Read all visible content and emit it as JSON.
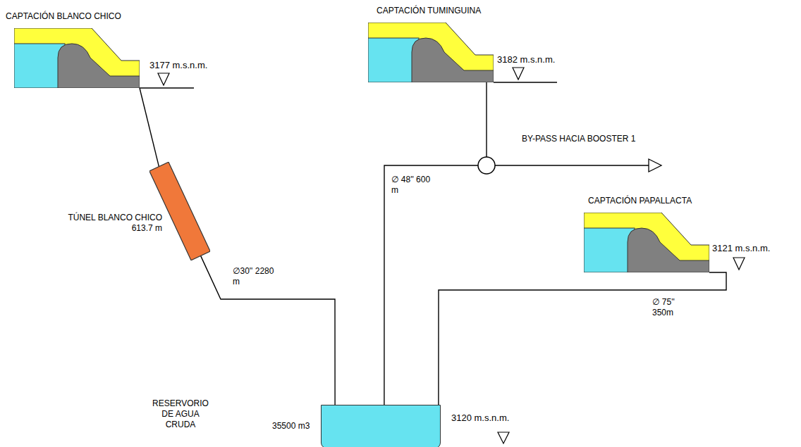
{
  "diagram": {
    "nodes": [
      {
        "text": [
          "CAPTACIÓN  BLANCO CHICO"
        ]
      },
      {
        "text": [
          "CAPTACIÓN  TUMINGUINA"
        ]
      },
      {
        "text": [
          "TÚNEL BLANCO CHICO 613.7 m"
        ]
      },
      {
        "text": [
          "CAPTACIÓN  PAPALLACTA"
        ]
      },
      {
        "text": [
          "RESERVORIO DE AGUA CRUDA",
          "35500 m3"
        ]
      }
    ],
    "edges": [
      {
        "from": 0,
        "to": 2,
        "arrow": "none"
      },
      {
        "from": 2,
        "to": 4,
        "label": "∅30'' 2280 m",
        "arrow": "none"
      },
      {
        "from": 1,
        "to": 4,
        "label": "∅ 48'' 600 m",
        "arrow": "none"
      },
      {
        "from": 3,
        "to": 4,
        "label": "∅ 75'' 350m",
        "arrow": "none"
      }
    ],
    "labels": [
      "3177 m.s.n.m.",
      "3182 m.s.n.m.",
      "BY-PASS HACIA BOOSTER 1",
      "3121 m.s.n.m.",
      "3120 m.s.n.m."
    ]
  }
}
